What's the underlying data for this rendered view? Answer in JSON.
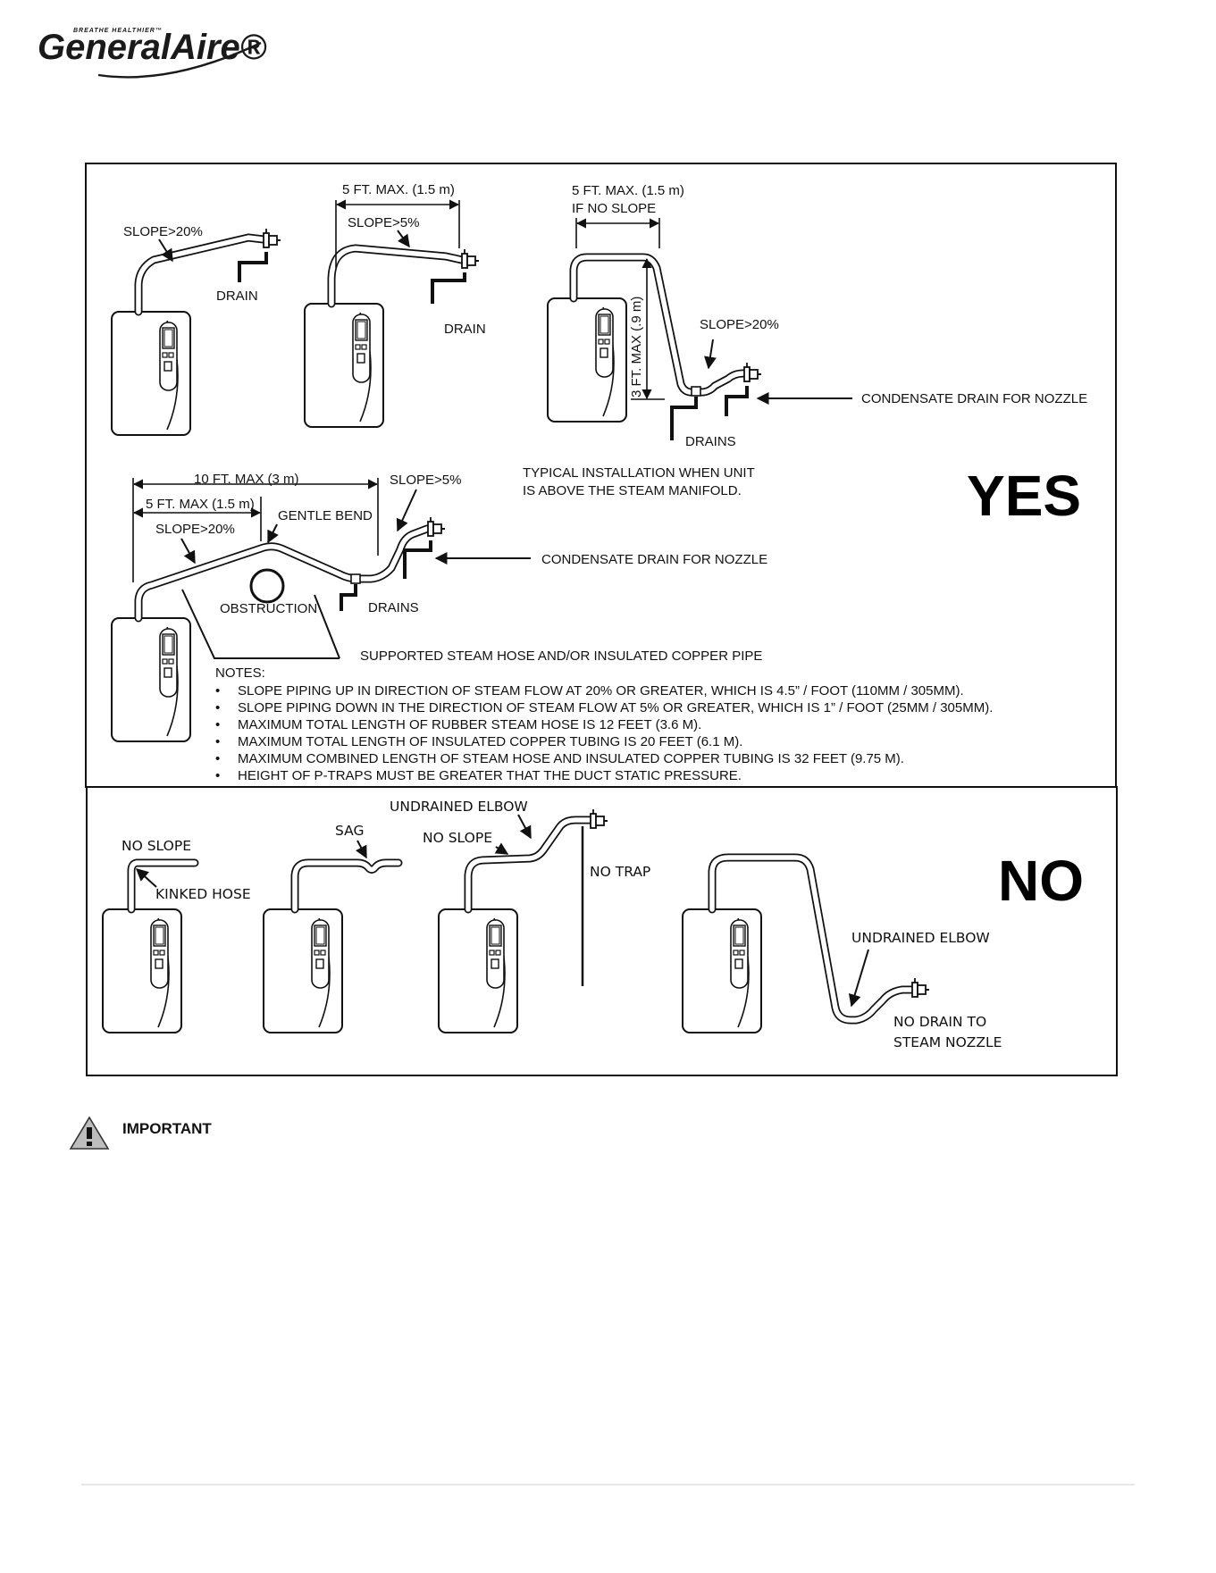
{
  "logo": {
    "tagline": "BREATHE HEALTHIER™",
    "brand": "GeneralAire®"
  },
  "yes_panel": {
    "verdict": "YES",
    "d1": {
      "slope": "SLOPE>20%",
      "drain": "DRAIN"
    },
    "d2": {
      "max": "5 FT. MAX. (1.5 m)",
      "slope": "SLOPE>5%",
      "drain": "DRAIN"
    },
    "d3": {
      "max": "5 FT. MAX. (1.5 m)",
      "no_slope": "IF NO SLOPE",
      "height": "3 FT. MAX (.9 m)",
      "slope": "SLOPE>20%",
      "condensate": "CONDENSATE DRAIN FOR NOZZLE",
      "drains": "DRAINS"
    },
    "caption_1": "TYPICAL INSTALLATION WHEN UNIT",
    "caption_2": "IS ABOVE THE STEAM MANIFOLD.",
    "d4": {
      "max10": "10 FT. MAX (3 m)",
      "max5": "5 FT. MAX (1.5 m)",
      "slope20": "SLOPE>20%",
      "bend": "GENTLE BEND",
      "slope5": "SLOPE>5%",
      "condensate": "CONDENSATE DRAIN FOR NOZZLE",
      "obstruction": "OBSTRUCTION",
      "drains": "DRAINS",
      "supported": "SUPPORTED STEAM HOSE AND/OR INSULATED COPPER PIPE"
    },
    "notes_title": "NOTES:",
    "notes": [
      "SLOPE PIPING UP IN DIRECTION OF STEAM FLOW AT 20% OR GREATER, WHICH IS 4.5” / FOOT (110MM / 305MM).",
      "SLOPE PIPING DOWN IN THE DIRECTION OF STEAM FLOW AT 5% OR GREATER, WHICH IS 1” / FOOT (25MM / 305MM).",
      "MAXIMUM TOTAL LENGTH OF RUBBER STEAM HOSE IS 12 FEET (3.6 M).",
      "MAXIMUM TOTAL LENGTH OF INSULATED COPPER TUBING IS 20 FEET (6.1 M).",
      "MAXIMUM COMBINED LENGTH OF STEAM HOSE AND INSULATED COPPER TUBING IS 32 FEET (9.75 M).",
      "HEIGHT OF P-TRAPS MUST BE GREATER THAT THE DUCT STATIC PRESSURE."
    ]
  },
  "no_panel": {
    "verdict": "NO",
    "n1": {
      "no_slope": "NO SLOPE",
      "kinked": "KINKED HOSE"
    },
    "n2": {
      "sag": "SAG"
    },
    "n3": {
      "undrained": "UNDRAINED ELBOW",
      "no_slope": "NO SLOPE",
      "no_trap": "NO TRAP"
    },
    "n4": {
      "undrained": "UNDRAINED ELBOW",
      "no_drain_1": "NO DRAIN TO",
      "no_drain_2": "STEAM NOZZLE"
    }
  },
  "footer": {
    "important": "IMPORTANT"
  }
}
